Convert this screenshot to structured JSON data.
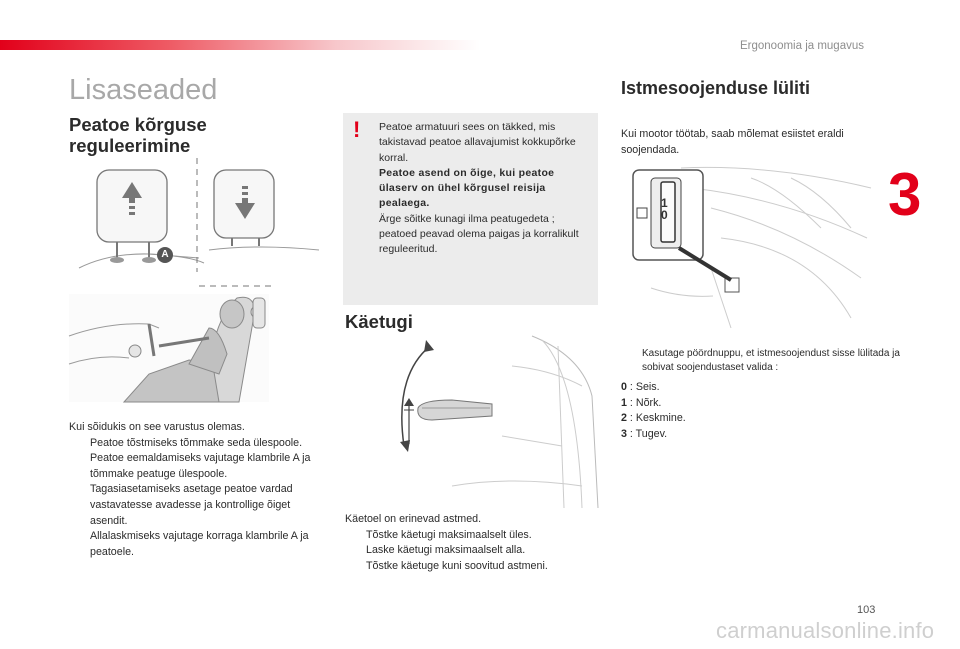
{
  "header": {
    "section_title": "Ergonoomia ja mugavus",
    "chapter_number": "3",
    "accent_color": "#e2001a"
  },
  "page_title": "Lisaseaded",
  "headrest": {
    "heading": "Peatoe kõrguse reguleerimine",
    "label_A": "A",
    "intro": "Kui sõidukis on see varustus olemas.",
    "bullets": [
      "Peatoe tõstmiseks tõmmake seda ülespoole.",
      "Peatoe eemaldamiseks vajutage klambrile A ja tõmmake peatuge ülespoole.",
      "Tagasiasetamiseks asetage peatoe vardad vastavatesse avadesse ja kontrollige õiget asendit.",
      "Allalaskmiseks vajutage korraga klambrile A ja peatoele."
    ]
  },
  "warning": {
    "icon": "exclamation-icon",
    "line1": "Peatoe armatuuri sees on täkked, mis takistavad peatoe allavajumist kokkupõrke korral.",
    "bold": "Peatoe asend on õige, kui peatoe ülaserv on ühel kõrgusel reisija pealaega.",
    "line2": "Ärge sõitke kunagi ilma peatugedeta ; peatoed peavad olema paigas ja korralikult reguleeritud."
  },
  "armrest": {
    "heading": "Käetugi",
    "intro": "Käetoel on erinevad astmed.",
    "bullets": [
      "Tõstke käetugi maksimaalselt üles.",
      "Laske käetugi maksimaalselt alla.",
      "Tõstke käetuge kuni soovitud astmeni."
    ]
  },
  "seat_heating": {
    "heading": "Istmesoojenduse lüliti",
    "intro": "Kui mootor töötab, saab mõlemat esiistet eraldi soojendada.",
    "bullet": "Kasutage pöördnuppu, et istmesoojendust sisse lülitada ja sobivat soojendustaset valida :",
    "dial_labels": [
      "1",
      "0"
    ],
    "levels": [
      {
        "num": "0",
        "text": " : Seis."
      },
      {
        "num": "1",
        "text": " : Nõrk."
      },
      {
        "num": "2",
        "text": " : Keskmine."
      },
      {
        "num": "3",
        "text": " : Tugev."
      }
    ]
  },
  "bullet_glyph": "",
  "footer": {
    "page_number": "103",
    "watermark": "carmanualsonline.info"
  }
}
